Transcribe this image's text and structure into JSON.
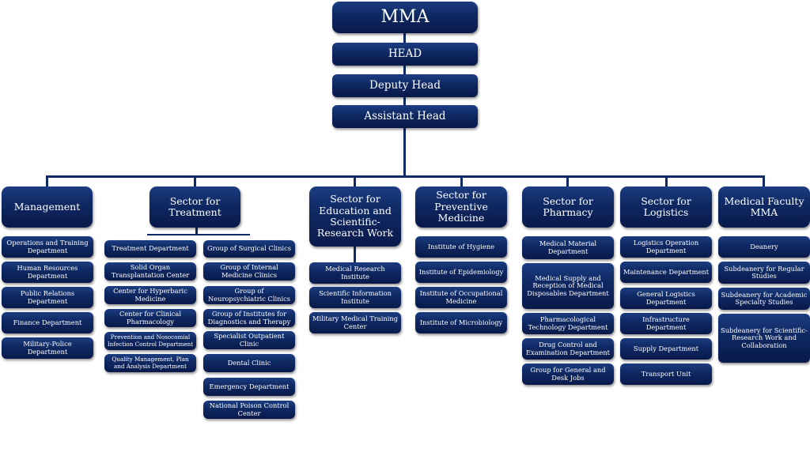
{
  "top": {
    "root": "MMA",
    "head": "HEAD",
    "deputy": "Deputy Head",
    "assistant": "Assistant Head"
  },
  "sectors": {
    "management": {
      "title": "Management",
      "items": [
        "Operations and Training Department",
        "Human Resources Department",
        "Public Relations Department",
        "Finance Department",
        "Military-Police Department"
      ]
    },
    "treatment": {
      "title": "Sector for Treatment",
      "left": [
        "Treatment Department",
        "Solid Organ Transplantation Center",
        "Center for Hyperbaric Medicine",
        "Center for Clinical Pharmacology",
        "Prevention and Nosocomial Infection Control Department",
        "Quality Management, Plan and Analysis Department"
      ],
      "right": [
        "Group of Surgical Clinics",
        "Group of Internal Medicine Clinics",
        "Group of Neuropsychiatric Clinics",
        "Group of Institutes for Diagnostics and Therapy",
        "Specialist Outpatient Clinic",
        "Dental Clinic",
        "Emergency Department",
        "National Poison Control Center"
      ]
    },
    "education": {
      "title": "Sector for Education and Scientific-Research Work",
      "items": [
        "Medical Research Institute",
        "Scientific Information Institute",
        "Military Medical Training Center"
      ]
    },
    "preventive": {
      "title": "Sector for Preventive Medicine",
      "items": [
        "Institute of Hygiene",
        "Institute of Epidemiology",
        "Institute of Occupational Medicine",
        "Institute of Microbiology"
      ]
    },
    "pharmacy": {
      "title": "Sector for Pharmacy",
      "items": [
        "Medical Material Department",
        "Medical Supply and Reception of Medical Disposables Department",
        "Pharmacological Technology Department",
        "Drug Control and Examination Department",
        "Group for General and Desk Jobs"
      ]
    },
    "logistics": {
      "title": "Sector for Logistics",
      "items": [
        "Logistics Operation Department",
        "Maintenance Department",
        "General Logistics Department",
        "Infrastructure Department",
        "Supply Department",
        "Transport Unit"
      ]
    },
    "faculty": {
      "title": "Medical Faculty MMA",
      "items": [
        "Deanery",
        "Subdeanery for Regular Studies",
        "Subdeanery for Academic Specialty Studies",
        "Subdeanery for Scientific-Research Work and Collaboration"
      ]
    }
  },
  "colors": {
    "box": "#0f2a64",
    "line": "#0f2a64",
    "text": "#ffffff",
    "background": "#ffffff"
  }
}
